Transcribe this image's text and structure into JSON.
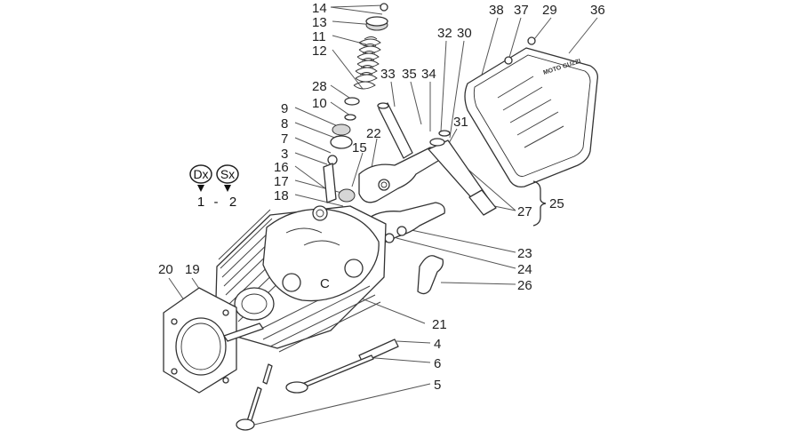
{
  "callouts": [
    {
      "id": "c14",
      "label": "14"
    },
    {
      "id": "c13",
      "label": "13"
    },
    {
      "id": "c11",
      "label": "11"
    },
    {
      "id": "c12",
      "label": "12"
    },
    {
      "id": "c28",
      "label": "28"
    },
    {
      "id": "c10",
      "label": "10"
    },
    {
      "id": "c9",
      "label": "9"
    },
    {
      "id": "c8",
      "label": "8"
    },
    {
      "id": "c7",
      "label": "7"
    },
    {
      "id": "c3",
      "label": "3"
    },
    {
      "id": "c16",
      "label": "16"
    },
    {
      "id": "c17",
      "label": "17"
    },
    {
      "id": "c18",
      "label": "18"
    },
    {
      "id": "c15",
      "label": "15"
    },
    {
      "id": "c22",
      "label": "22"
    },
    {
      "id": "c33",
      "label": "33"
    },
    {
      "id": "c35",
      "label": "35"
    },
    {
      "id": "c34",
      "label": "34"
    },
    {
      "id": "c32",
      "label": "32"
    },
    {
      "id": "c30",
      "label": "30"
    },
    {
      "id": "c38",
      "label": "38"
    },
    {
      "id": "c37",
      "label": "37"
    },
    {
      "id": "c29",
      "label": "29"
    },
    {
      "id": "c36",
      "label": "36"
    },
    {
      "id": "c31",
      "label": "31"
    },
    {
      "id": "c27",
      "label": "27"
    },
    {
      "id": "c25",
      "label": "25"
    },
    {
      "id": "c23",
      "label": "23"
    },
    {
      "id": "c24",
      "label": "24"
    },
    {
      "id": "c26",
      "label": "26"
    },
    {
      "id": "c21",
      "label": "21"
    },
    {
      "id": "c4",
      "label": "4"
    },
    {
      "id": "c6",
      "label": "6"
    },
    {
      "id": "c5",
      "label": "5"
    },
    {
      "id": "c20",
      "label": "20"
    },
    {
      "id": "c19",
      "label": "19"
    }
  ],
  "legend": {
    "right_side": {
      "badge": "Dx",
      "number": "1"
    },
    "separator": "-",
    "left_side": {
      "badge": "Sx",
      "number": "2"
    }
  },
  "cover_brand": "MOTO GUZZI",
  "colors": {
    "line": "#333333",
    "background": "#ffffff"
  }
}
